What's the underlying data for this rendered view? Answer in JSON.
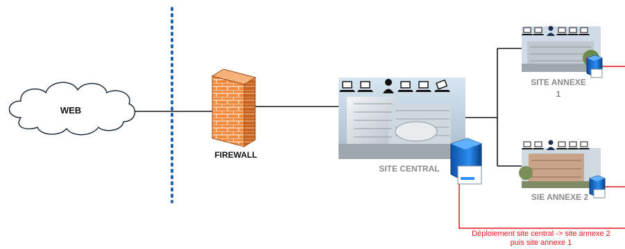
{
  "colors": {
    "link_line": "#111111",
    "separator_dots": "#1f5fa8",
    "deploy_path": "#e8141c",
    "firewall_brick": "#f08a3c",
    "server_blue": "#2b7fd6"
  },
  "nodes": {
    "web": {
      "label": "WEB",
      "icon": "cloud-icon"
    },
    "firewall": {
      "label": "FIREWALL",
      "icon": "firewall-icon"
    },
    "site_central": {
      "label": "SITE CENTRAL",
      "icon": "building-photo"
    },
    "site_annexe_1": {
      "label_line1": "SITE ANNEXE",
      "label_line2": "1",
      "icon": "building-photo"
    },
    "site_annexe_2": {
      "label": "SIE ANNEXE 2",
      "icon": "building-photo"
    }
  },
  "deploy_note": {
    "line1": "Déploiement site central -> site annexe 2",
    "line2": "puis site annexe 1"
  }
}
